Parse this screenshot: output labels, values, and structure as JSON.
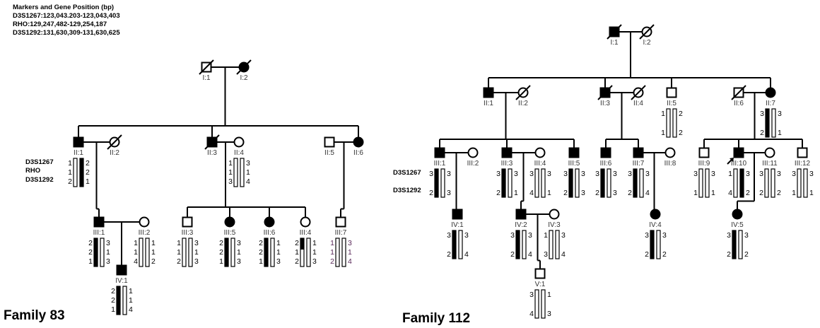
{
  "legend": {
    "title": "Markers and Gene Position (bp)",
    "lines": [
      "D3S1267:123,043.203-123,043,403",
      "RHO:129,247,482-129,254,187",
      "D3S1292:131,630,309-131,630,625"
    ]
  },
  "families": [
    {
      "title": "Family 83",
      "markers": [
        "D3S1267",
        "RHO",
        "D3S1292"
      ],
      "individuals": [
        {
          "id": "I:1",
          "sex": "M",
          "affected": false,
          "deceased": true
        },
        {
          "id": "I:2",
          "sex": "F",
          "affected": true,
          "deceased": true
        },
        {
          "id": "II:1",
          "sex": "M",
          "affected": true,
          "deceased": false,
          "haplotypes": [
            {
              "alleles": [
                "1",
                "1",
                "2"
              ],
              "fill": "white"
            },
            {
              "alleles": [
                "2",
                "2",
                "1"
              ],
              "fill": "black"
            }
          ]
        },
        {
          "id": "II:2",
          "sex": "F",
          "affected": false,
          "deceased": true
        },
        {
          "id": "II:3",
          "sex": "M",
          "affected": true,
          "deceased": true
        },
        {
          "id": "II:4",
          "sex": "F",
          "affected": false,
          "deceased": false,
          "haplotypes": [
            {
              "alleles": [
                "1",
                "1",
                "3"
              ],
              "fill": "white"
            },
            {
              "alleles": [
                "3",
                "1",
                "4"
              ],
              "fill": "white"
            }
          ]
        },
        {
          "id": "II:5",
          "sex": "M",
          "affected": false,
          "deceased": false
        },
        {
          "id": "II:6",
          "sex": "F",
          "affected": true,
          "deceased": false
        },
        {
          "id": "III:1",
          "sex": "M",
          "affected": true,
          "deceased": false,
          "haplotypes": [
            {
              "alleles": [
                "2",
                "2",
                "1"
              ],
              "fill": "black"
            },
            {
              "alleles": [
                "3",
                "1",
                "3"
              ],
              "fill": "white"
            }
          ]
        },
        {
          "id": "III:2",
          "sex": "F",
          "affected": false,
          "deceased": false,
          "haplotypes": [
            {
              "alleles": [
                "1",
                "1",
                "4"
              ],
              "fill": "white"
            },
            {
              "alleles": [
                "1",
                "1",
                "2"
              ],
              "fill": "white"
            }
          ]
        },
        {
          "id": "III:3",
          "sex": "M",
          "affected": false,
          "deceased": false,
          "haplotypes": [
            {
              "alleles": [
                "1",
                "1",
                "2"
              ],
              "fill": "white"
            },
            {
              "alleles": [
                "3",
                "1",
                "3"
              ],
              "fill": "white"
            }
          ]
        },
        {
          "id": "III:5",
          "sex": "F",
          "affected": true,
          "deceased": false,
          "haplotypes": [
            {
              "alleles": [
                "2",
                "2",
                "1"
              ],
              "fill": "black"
            },
            {
              "alleles": [
                "3",
                "1",
                "3"
              ],
              "fill": "white"
            }
          ]
        },
        {
          "id": "III:6",
          "sex": "F",
          "affected": true,
          "deceased": false,
          "haplotypes": [
            {
              "alleles": [
                "2",
                "2",
                "1"
              ],
              "fill": "black"
            },
            {
              "alleles": [
                "1",
                "1",
                "3"
              ],
              "fill": "white"
            }
          ]
        },
        {
          "id": "III:4",
          "sex": "F",
          "affected": false,
          "deceased": false,
          "haplotypes": [
            {
              "alleles": [
                "2",
                "1",
                "2"
              ],
              "fill": "recombinant-top-black"
            },
            {
              "alleles": [
                "1",
                "1",
                "3"
              ],
              "fill": "white"
            }
          ]
        },
        {
          "id": "III:7",
          "sex": "M",
          "affected": false,
          "deceased": false,
          "haplotypes": [
            {
              "alleles": [
                "1",
                "1",
                "2"
              ],
              "fill": "white"
            },
            {
              "alleles": [
                "3",
                "1",
                "4"
              ],
              "fill": "white"
            }
          ],
          "allele_color": "#5a2a5a"
        },
        {
          "id": "IV:1",
          "sex": "M",
          "affected": true,
          "deceased": false,
          "haplotypes": [
            {
              "alleles": [
                "2",
                "2",
                "1"
              ],
              "fill": "black"
            },
            {
              "alleles": [
                "1",
                "1",
                "4"
              ],
              "fill": "white"
            }
          ]
        }
      ]
    },
    {
      "title": "Family 112",
      "markers": [
        "D3S1267",
        "D3S1292"
      ],
      "individuals": [
        {
          "id": "I:1",
          "sex": "M",
          "affected": true,
          "deceased": true
        },
        {
          "id": "I:2",
          "sex": "F",
          "affected": false,
          "deceased": true
        },
        {
          "id": "II:1",
          "sex": "M",
          "affected": true,
          "deceased": false
        },
        {
          "id": "II:2",
          "sex": "F",
          "affected": false,
          "deceased": true
        },
        {
          "id": "II:3",
          "sex": "M",
          "affected": true,
          "deceased": true
        },
        {
          "id": "II:4",
          "sex": "F",
          "affected": false,
          "deceased": true
        },
        {
          "id": "II:5",
          "sex": "M",
          "affected": false,
          "deceased": false,
          "haplotypes": [
            {
              "alleles": [
                "1",
                "1"
              ],
              "fill": "white"
            },
            {
              "alleles": [
                "2",
                "2"
              ],
              "fill": "white"
            }
          ]
        },
        {
          "id": "II:6",
          "sex": "M",
          "affected": false,
          "deceased": true
        },
        {
          "id": "II:7",
          "sex": "F",
          "affected": true,
          "deceased": false,
          "haplotypes": [
            {
              "alleles": [
                "3",
                "2"
              ],
              "fill": "black"
            },
            {
              "alleles": [
                "3",
                "1"
              ],
              "fill": "white"
            }
          ]
        },
        {
          "id": "III:1",
          "sex": "M",
          "affected": true,
          "deceased": false,
          "haplotypes": [
            {
              "alleles": [
                "3",
                "2"
              ],
              "fill": "black"
            },
            {
              "alleles": [
                "3",
                "3"
              ],
              "fill": "white"
            }
          ]
        },
        {
          "id": "III:2",
          "sex": "F",
          "affected": false,
          "deceased": false
        },
        {
          "id": "III:3",
          "sex": "M",
          "affected": true,
          "deceased": false,
          "haplotypes": [
            {
              "alleles": [
                "3",
                "2"
              ],
              "fill": "black"
            },
            {
              "alleles": [
                "3",
                "1"
              ],
              "fill": "white"
            }
          ]
        },
        {
          "id": "III:4",
          "sex": "F",
          "affected": false,
          "deceased": false,
          "haplotypes": [
            {
              "alleles": [
                "3",
                "4"
              ],
              "fill": "white"
            },
            {
              "alleles": [
                "3",
                "1"
              ],
              "fill": "white"
            }
          ]
        },
        {
          "id": "III:5",
          "sex": "M",
          "affected": true,
          "deceased": false,
          "haplotypes": [
            {
              "alleles": [
                "3",
                "2"
              ],
              "fill": "black"
            },
            {
              "alleles": [
                "3",
                "3"
              ],
              "fill": "white"
            }
          ]
        },
        {
          "id": "III:6",
          "sex": "M",
          "affected": true,
          "deceased": false,
          "haplotypes": [
            {
              "alleles": [
                "3",
                "2"
              ],
              "fill": "black"
            },
            {
              "alleles": [
                "3",
                "3"
              ],
              "fill": "white"
            }
          ]
        },
        {
          "id": "III:7",
          "sex": "M",
          "affected": true,
          "deceased": false,
          "haplotypes": [
            {
              "alleles": [
                "3",
                "2"
              ],
              "fill": "black"
            },
            {
              "alleles": [
                "3",
                "4"
              ],
              "fill": "white"
            }
          ]
        },
        {
          "id": "III:8",
          "sex": "F",
          "affected": false,
          "deceased": false
        },
        {
          "id": "III:9",
          "sex": "M",
          "affected": false,
          "deceased": false,
          "haplotypes": [
            {
              "alleles": [
                "3",
                "1"
              ],
              "fill": "white"
            },
            {
              "alleles": [
                "3",
                "1"
              ],
              "fill": "white"
            }
          ]
        },
        {
          "id": "III:10",
          "sex": "M",
          "affected": true,
          "deceased": false,
          "proband": true,
          "haplotypes": [
            {
              "alleles": [
                "1",
                "4"
              ],
              "fill": "white"
            },
            {
              "alleles": [
                "3",
                "2"
              ],
              "fill": "black"
            }
          ]
        },
        {
          "id": "III:11",
          "sex": "F",
          "affected": false,
          "deceased": false,
          "haplotypes": [
            {
              "alleles": [
                "3",
                "2"
              ],
              "fill": "white"
            },
            {
              "alleles": [
                "3",
                "2"
              ],
              "fill": "white"
            }
          ]
        },
        {
          "id": "III:12",
          "sex": "M",
          "affected": false,
          "deceased": false,
          "haplotypes": [
            {
              "alleles": [
                "3",
                "1"
              ],
              "fill": "white"
            },
            {
              "alleles": [
                "3",
                "1"
              ],
              "fill": "white"
            }
          ]
        },
        {
          "id": "IV:1",
          "sex": "M",
          "affected": true,
          "deceased": false,
          "haplotypes": [
            {
              "alleles": [
                "3",
                "2"
              ],
              "fill": "black"
            },
            {
              "alleles": [
                "3",
                "4"
              ],
              "fill": "white"
            }
          ]
        },
        {
          "id": "IV:2",
          "sex": "M",
          "affected": true,
          "deceased": false,
          "haplotypes": [
            {
              "alleles": [
                "3",
                "2"
              ],
              "fill": "black"
            },
            {
              "alleles": [
                "3",
                "4"
              ],
              "fill": "white"
            }
          ]
        },
        {
          "id": "IV:3",
          "sex": "F",
          "affected": false,
          "deceased": false,
          "haplotypes": [
            {
              "alleles": [
                "1",
                "3"
              ],
              "fill": "white"
            },
            {
              "alleles": [
                "3",
                "4"
              ],
              "fill": "white"
            }
          ]
        },
        {
          "id": "IV:4",
          "sex": "F",
          "affected": true,
          "deceased": false,
          "haplotypes": [
            {
              "alleles": [
                "3",
                "2"
              ],
              "fill": "black"
            },
            {
              "alleles": [
                "3",
                "2"
              ],
              "fill": "white"
            }
          ]
        },
        {
          "id": "IV:5",
          "sex": "F",
          "affected": true,
          "deceased": false,
          "haplotypes": [
            {
              "alleles": [
                "3",
                "2"
              ],
              "fill": "black"
            },
            {
              "alleles": [
                "3",
                "2"
              ],
              "fill": "white"
            }
          ]
        },
        {
          "id": "V:1",
          "sex": "M",
          "affected": false,
          "deceased": false,
          "haplotypes": [
            {
              "alleles": [
                "3",
                "4"
              ],
              "fill": "white"
            },
            {
              "alleles": [
                "1",
                "3"
              ],
              "fill": "white"
            }
          ]
        }
      ]
    }
  ]
}
